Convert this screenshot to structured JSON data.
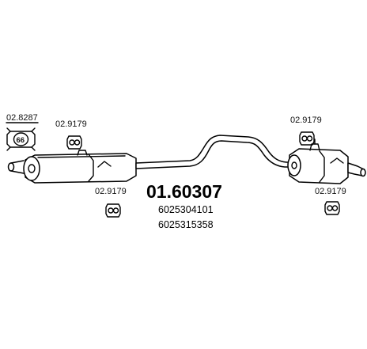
{
  "main_number": "01.60307",
  "sub_numbers": [
    "6025304101",
    "6025315358"
  ],
  "parts": {
    "clamp": {
      "code": "02.8287",
      "badge": "66",
      "icon": "clamp-icon"
    },
    "hanger_1": {
      "code": "02.9179",
      "icon": "rubber-hanger-icon"
    },
    "hanger_2": {
      "code": "02.9179",
      "icon": "rubber-hanger-icon"
    },
    "hanger_3": {
      "code": "02.9179",
      "icon": "rubber-hanger-icon"
    },
    "hanger_4": {
      "code": "02.9179",
      "icon": "rubber-hanger-icon"
    }
  }
}
